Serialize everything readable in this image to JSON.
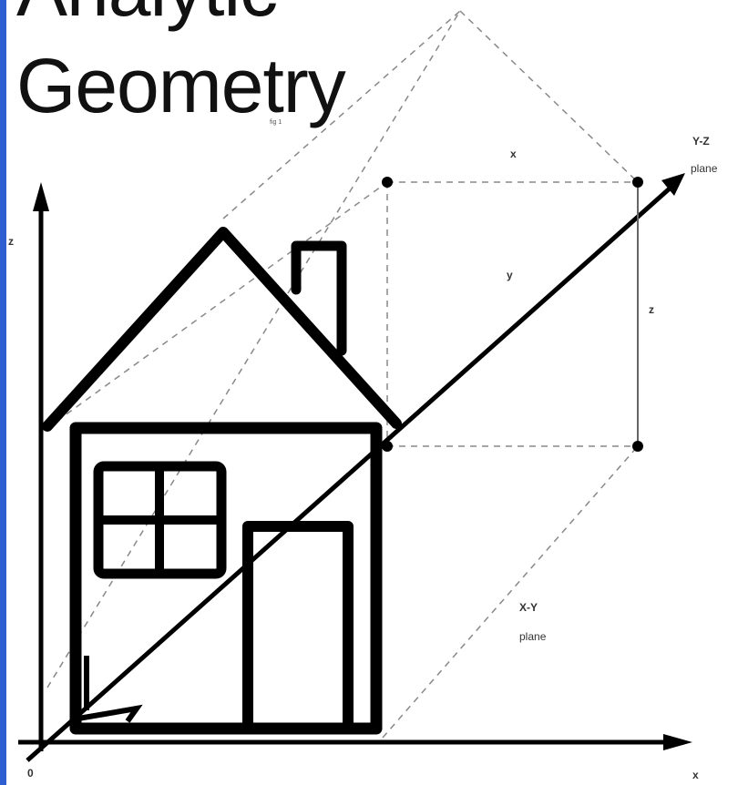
{
  "title_partial": "Analytic",
  "title": "Geometry",
  "title_small": "fig 1",
  "labels": {
    "axis_z": "z",
    "axis_x": "x",
    "origin": "0",
    "x_dim": "x",
    "y_dim": "y",
    "z_dim": "z",
    "yz_plane_line1": "Y-Z",
    "yz_plane_line2": "plane",
    "xy_plane_line1": "X-Y",
    "xy_plane_line2": "plane"
  },
  "colors": {
    "accent_bar": "#2f5fd0",
    "ink": "#000000",
    "dashed": "#777777"
  }
}
